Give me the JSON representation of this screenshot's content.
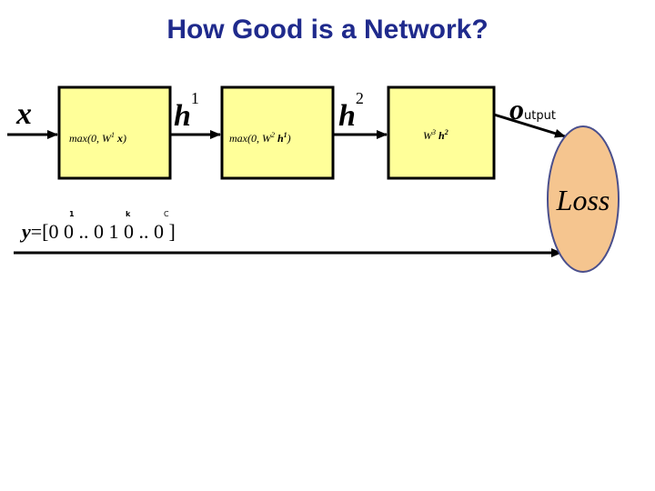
{
  "slide": {
    "title": "How Good is a Network?"
  },
  "diagram": {
    "input": {
      "symbol": "x"
    },
    "blocks": [
      {
        "formula": {
          "prefix": "max(0, W",
          "sup": "1",
          "var": "x",
          "suffix": ")"
        }
      },
      {
        "formula": {
          "prefix": "max(0, W",
          "sup": "2",
          "var": "h",
          "varsup": "1",
          "suffix": ")"
        }
      },
      {
        "formula": {
          "prefix": "W",
          "sup": "3",
          "var": "h",
          "varsup": "2",
          "suffix": ""
        }
      }
    ],
    "hidden": [
      {
        "symbol": "h",
        "sup": "1"
      },
      {
        "symbol": "h",
        "sup": "2"
      }
    ],
    "output": {
      "symbol": "o",
      "subscript": "utput"
    },
    "loss": {
      "label": "Loss"
    },
    "target": {
      "symbol": "y",
      "vector": "=[0 0 .. 0 1 0 .. 0 ]",
      "index_labels": [
        "1",
        "k",
        "C"
      ]
    }
  },
  "colors": {
    "title": "#1f2a8c",
    "block_fill": "#ffff99",
    "block_stroke": "#000000",
    "loss_fill": "#f5c58f",
    "loss_stroke": "#4a4f8c",
    "arrow": "#000000"
  }
}
